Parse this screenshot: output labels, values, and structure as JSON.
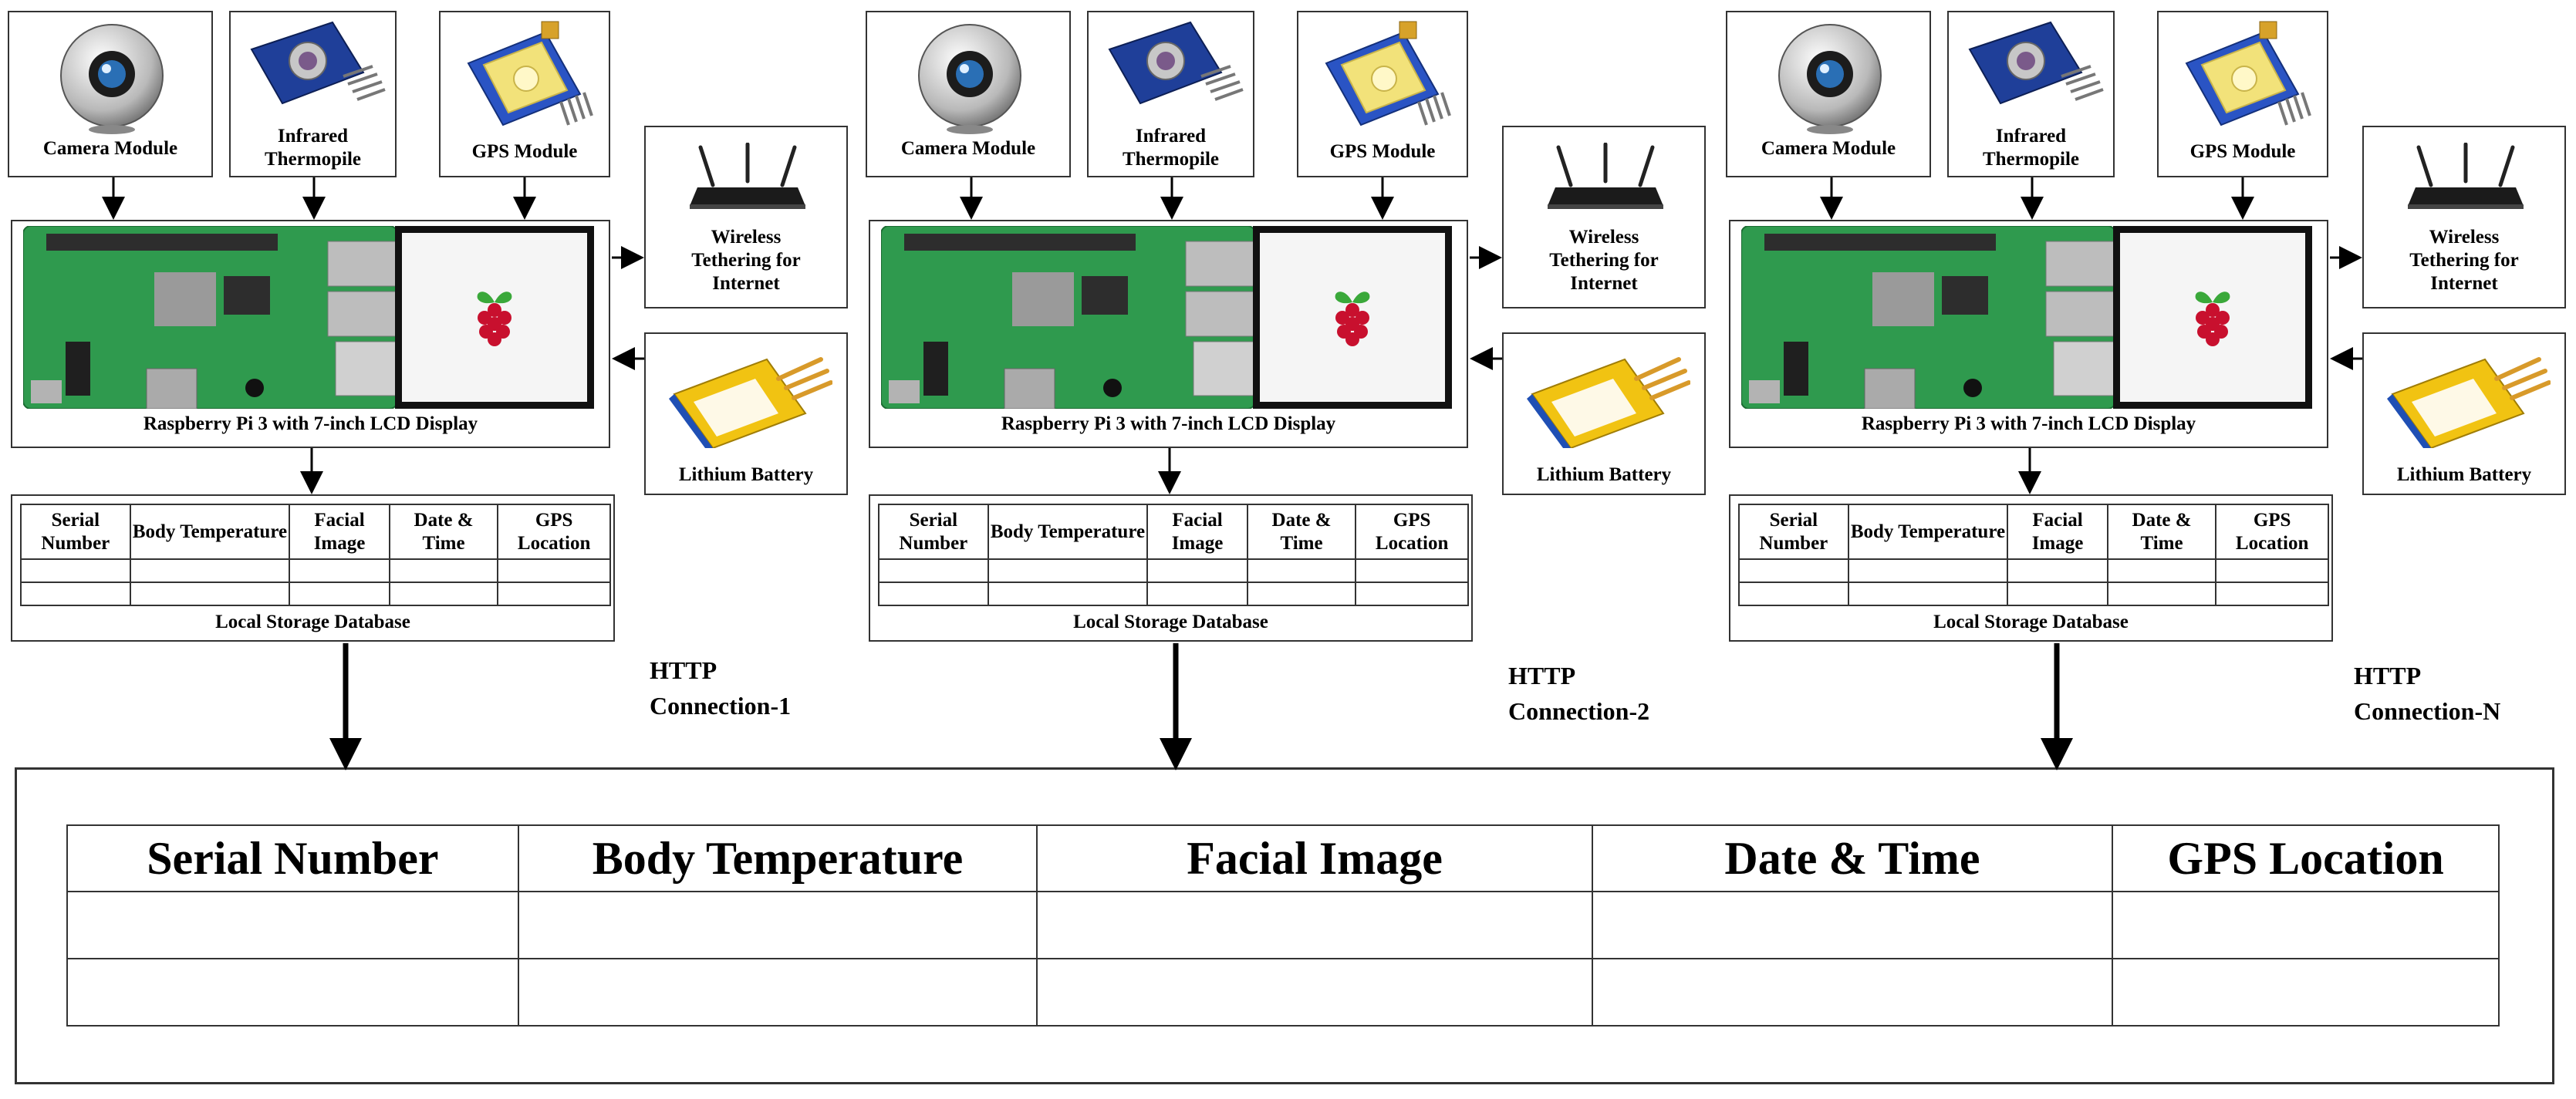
{
  "modules": {
    "camera": "Camera Module",
    "infrared": "Infrared Thermopile",
    "gps": "GPS Module",
    "wireless": "Wireless Tethering for Internet",
    "battery": "Lithium Battery",
    "raspberry": "Raspberry Pi 3 with 7-inch LCD Display"
  },
  "local_table": {
    "headers": [
      "Serial Number",
      "Body Temperature",
      "Facial Image",
      "Date & Time",
      "GPS Location"
    ],
    "caption": "Local Storage Database"
  },
  "connections": [
    "HTTP Connection-1",
    "HTTP Connection-2",
    "HTTP Connection-N"
  ],
  "central_table": {
    "headers": [
      "Serial Number",
      "Body Temperature",
      "Facial Image",
      "Date & Time",
      "GPS Location"
    ]
  },
  "colors": {
    "pcb_green": "#2f9a4e",
    "raspberry_red": "#c8102e",
    "leaf_green": "#3aa83a",
    "gps_yellow": "#f2e27a"
  }
}
